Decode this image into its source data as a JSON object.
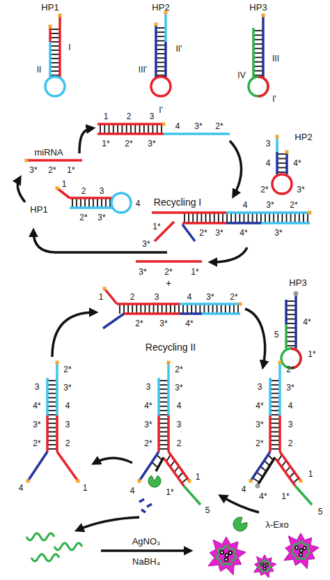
{
  "diagram": {
    "labels": [
      "HP1",
      "HP2",
      "HP3",
      "II",
      "I",
      "III'",
      "II'",
      "I'",
      "IV",
      "III",
      "I'",
      "1",
      "2",
      "3",
      "4",
      "3*",
      "2*",
      "1*",
      "2*",
      "3*",
      "miRNA",
      "3*",
      "2*",
      "1*",
      "HP2",
      "3",
      "1",
      "2",
      "3",
      "4",
      "4*",
      "Recycling I",
      "HP1",
      "4",
      "2*",
      "3*",
      "2*",
      "3*",
      "4",
      "3*",
      "2*",
      "1*",
      "2*",
      "3*",
      "4*",
      "3*",
      "3*",
      "3*",
      "2*",
      "1*",
      "+",
      "HP3",
      "1",
      "2",
      "3",
      "4",
      "3*",
      "2*",
      "2*",
      "3*",
      "4*",
      "4*",
      "5",
      "Recycling II",
      "1*",
      "2*",
      "3",
      "3*",
      "4*",
      "4",
      "3*",
      "3",
      "2*",
      "2",
      "4",
      "1",
      "2*",
      "3",
      "3*",
      "4*",
      "4",
      "3*",
      "3",
      "2*",
      "2",
      "4",
      "1",
      "1*",
      "5",
      "2*",
      "3",
      "3*",
      "4*",
      "4",
      "3*",
      "3",
      "2*",
      "2",
      "4",
      "4*",
      "1*",
      "1",
      "5",
      "λ-Exo",
      "AgNO₃",
      "NaBH₄"
    ]
  }
}
